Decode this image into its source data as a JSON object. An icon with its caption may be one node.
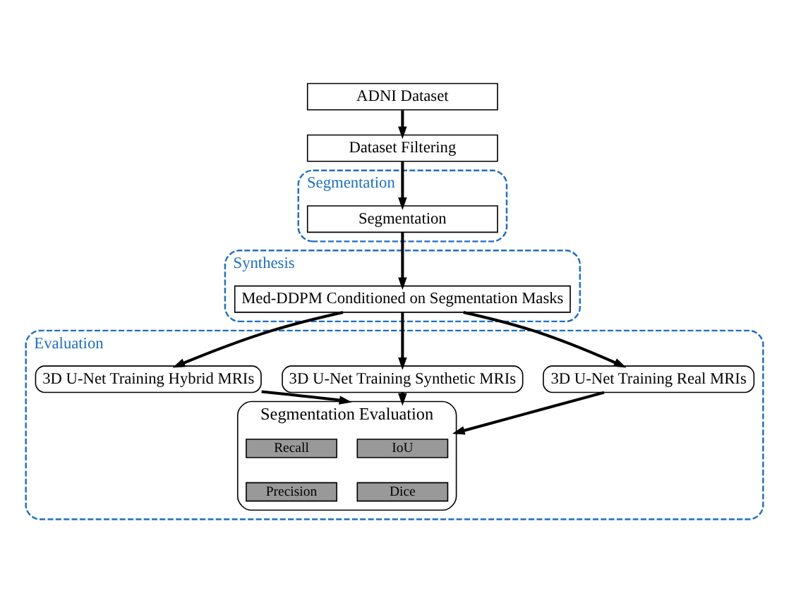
{
  "diagram": {
    "nodes": [
      {
        "text": [
          "ADNI Dataset"
        ]
      },
      {
        "text": [
          "Dataset Filtering"
        ]
      },
      {
        "text": [
          "Segmentation"
        ]
      },
      {
        "text": [
          "Segmentation"
        ],
        "in": 2
      },
      {
        "text": [
          "Synthesis"
        ]
      },
      {
        "text": [
          "Med-DDPM Conditioned on Segmentation Masks"
        ],
        "in": 4
      },
      {
        "text": [
          "Evaluation"
        ]
      },
      {
        "text": [
          "3D U-Net Training Real MRIs"
        ],
        "in": 6
      },
      {
        "text": [
          "3D U-Net Training Synthetic MRIs"
        ],
        "in": 6
      },
      {
        "text": [
          "3D U-Net Training Hybrid MRIs"
        ],
        "in": 6
      },
      {
        "text": [
          "Segmentation Evaluation"
        ],
        "in": 6
      },
      {
        "text": [
          "IoU"
        ],
        "in": 10
      },
      {
        "text": [
          "Recall"
        ],
        "in": 10
      },
      {
        "text": [
          "Dice"
        ],
        "in": 10
      },
      {
        "text": [
          "Precision"
        ],
        "in": 10
      }
    ],
    "edges": [
      {
        "from": 0,
        "to": 1,
        "arrow": "to"
      },
      {
        "from": 1,
        "to": 3,
        "arrow": "to"
      },
      {
        "from": 3,
        "to": 5,
        "arrow": "to"
      },
      {
        "from": 5,
        "to": 7,
        "arrow": "to"
      },
      {
        "from": 5,
        "to": 8,
        "arrow": "to"
      },
      {
        "from": 5,
        "to": 9,
        "arrow": "to"
      },
      {
        "from": 7,
        "to": 10,
        "arrow": "to"
      },
      {
        "from": 8,
        "to": 10,
        "arrow": "to"
      },
      {
        "from": 9,
        "to": 10,
        "arrow": "to"
      }
    ]
  }
}
